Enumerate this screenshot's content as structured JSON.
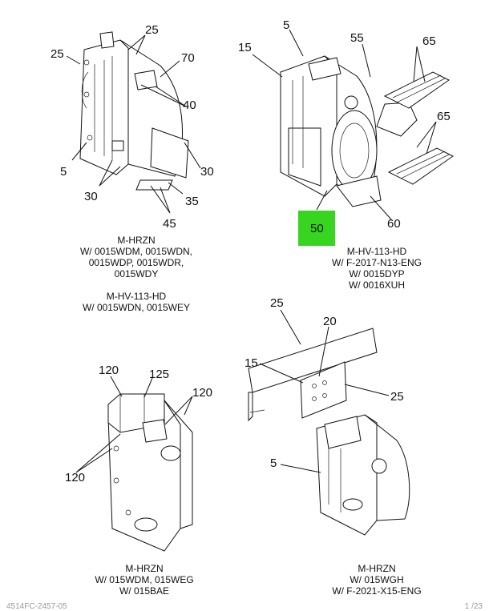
{
  "callouts": {
    "tl": [
      "25",
      "25",
      "70",
      "40",
      "5",
      "30",
      "30",
      "35",
      "45"
    ],
    "tr": [
      "5",
      "15",
      "55",
      "65",
      "65",
      "50",
      "60"
    ],
    "bl": [
      "120",
      "125",
      "120",
      "120"
    ],
    "br": [
      "25",
      "20",
      "15",
      "25",
      "5"
    ]
  },
  "captions": {
    "top_left_1": [
      "M-HRZN",
      "W/ 0015WDM, 0015WDN,",
      "0015WDP, 0015WDR,",
      "0015WDY"
    ],
    "top_left_2": [
      "M-HV-113-HD",
      "W/ 0015WDN, 0015WEY"
    ],
    "top_right": [
      "M-HV-113-HD",
      "W/ F-2017-N13-ENG",
      "W/ 0015DYP",
      "W/ 0016XUH"
    ],
    "bottom_left": [
      "M-HRZN",
      "W/ 015WDM, 015WEG",
      "W/ 015BAE"
    ],
    "bottom_right": [
      "M-HRZN",
      "W/ 015WGH",
      "W/ F-2021-X15-ENG"
    ]
  },
  "highlight_color": "#37d51f",
  "footer": {
    "left": "4514FC-2457-05",
    "right": "1 /23"
  }
}
